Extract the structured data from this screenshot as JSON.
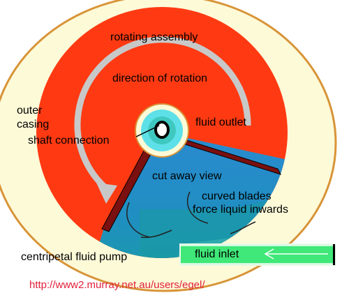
{
  "labels": {
    "rotating_assembly": "rotating assembly",
    "direction_of_rotation": "direction of rotation",
    "outer": "outer",
    "casing": "casing",
    "shaft_connection": "shaft connection",
    "fluid_outlet": "fluid outlet",
    "cut_away_view": "cut away view",
    "curved_blades": "curved blades",
    "force_liquid_inwards": "force liquid inwards",
    "centripetal_fluid_pump": "centripetal fluid pump",
    "fluid_inlet": "fluid inlet"
  },
  "source_url": "http://www2.murray.net.au/users/egel/",
  "colors": {
    "outer_casing": "#fdfad8",
    "outer_ring_edge": "#d89438",
    "rotating_assembly": "#ff3a12",
    "rotation_arrow": "#c8c8c8",
    "cutaway_blue": "#2a8ad0",
    "cutaway_teal": "#1a9aa0",
    "inlet_pipe": "#3fe878",
    "hub_cyan": "#5ee0e8",
    "url_text": "#e0203a"
  }
}
